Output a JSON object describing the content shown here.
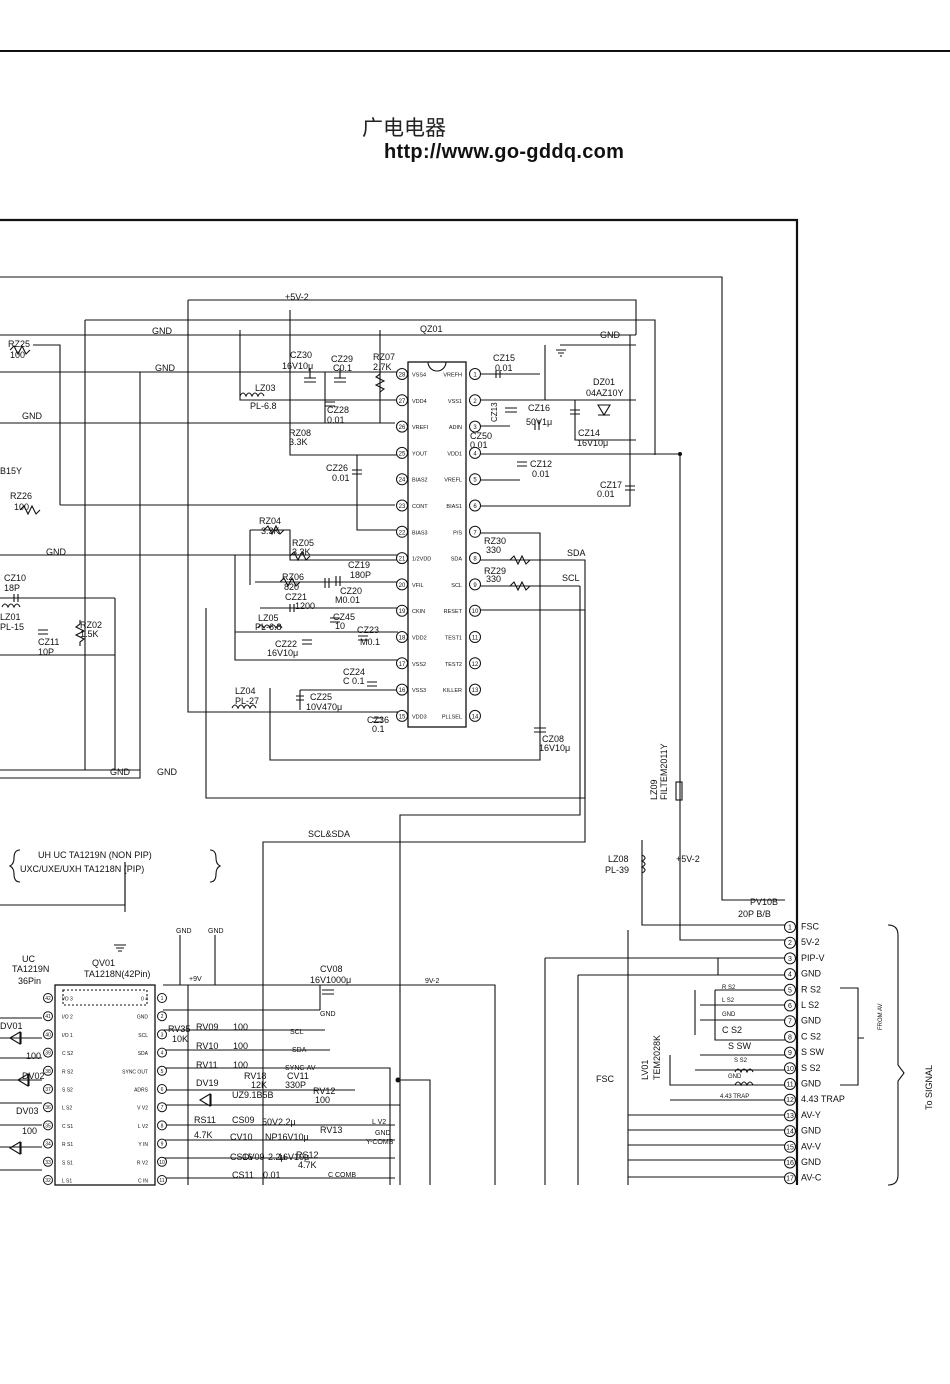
{
  "header": {
    "chinese_title": "广电电器",
    "url": "http://www.go-gddq.com"
  },
  "ic_qz01": {
    "ref": "QZ01",
    "left_pins": [
      {
        "num": "28",
        "name": "VSS4"
      },
      {
        "num": "27",
        "name": "VDD4"
      },
      {
        "num": "26",
        "name": "VREFI"
      },
      {
        "num": "25",
        "name": "YOUT"
      },
      {
        "num": "24",
        "name": "BIAS2"
      },
      {
        "num": "23",
        "name": "CONT"
      },
      {
        "num": "22",
        "name": "BIAS3"
      },
      {
        "num": "21",
        "name": "1/2VDD"
      },
      {
        "num": "20",
        "name": "VFIL"
      },
      {
        "num": "19",
        "name": "CKIN"
      },
      {
        "num": "18",
        "name": "VDD2"
      },
      {
        "num": "17",
        "name": "VSS2"
      },
      {
        "num": "16",
        "name": "VSS3"
      },
      {
        "num": "15",
        "name": "VDD3"
      }
    ],
    "right_pins": [
      {
        "num": "1",
        "name": "VREFH"
      },
      {
        "num": "2",
        "name": "VSS1"
      },
      {
        "num": "3",
        "name": "ADIN"
      },
      {
        "num": "4",
        "name": "VDD1"
      },
      {
        "num": "5",
        "name": "VREFL"
      },
      {
        "num": "6",
        "name": "BIAS1"
      },
      {
        "num": "7",
        "name": "P/S"
      },
      {
        "num": "8",
        "name": "SDA"
      },
      {
        "num": "9",
        "name": "SCL"
      },
      {
        "num": "10",
        "name": "RESET"
      },
      {
        "num": "11",
        "name": "TEST1"
      },
      {
        "num": "12",
        "name": "TEST2"
      },
      {
        "num": "13",
        "name": "KILLER"
      },
      {
        "num": "14",
        "name": "PLLSEL"
      }
    ]
  },
  "labels": {
    "v5_2_top": "+5V-2",
    "gnd": "GND",
    "qz01": "QZ01",
    "rz25": "RZ25",
    "rz25_val": "100",
    "b15y": "B15Y",
    "rz26": "RZ26",
    "rz26_val": "100",
    "cz10": "CZ10",
    "cz10_val": "18P",
    "lz01": "LZ01",
    "lz01_val": "PL-15",
    "cz11": "CZ11",
    "cz11_val": "10P",
    "rz02": "RZ02",
    "rz02_val": "1.5K",
    "cz30": "CZ30",
    "cz30_val": "16V10μ",
    "cz29": "CZ29",
    "cz29_val": "C0.1",
    "rz07": "RZ07",
    "rz07_val": "2.7K",
    "lz03": "LZ03",
    "lz03_val": "PL-6.8",
    "cz28": "CZ28",
    "cz28_val": "0.01",
    "rz08": "RZ08",
    "rz08_val": "3.3K",
    "cz26": "CZ26",
    "cz26_val": "0.01",
    "rz04": "RZ04",
    "rz04_val": "3.3K",
    "rz05": "RZ05",
    "rz05_val": "3.3K",
    "cz19": "CZ19",
    "cz19_val": "180P",
    "rz06": "RZ06",
    "rz06_val": "820",
    "cz20": "CZ20",
    "cz20_val": "M0.01",
    "cz21": "CZ21",
    "cz21_val": "1200",
    "cz45": "CZ45",
    "cz45_val": "10",
    "lz05": "LZ05",
    "lz05_val": "PL-6.8",
    "cz23": "CZ23",
    "cz23_val": "M0.1",
    "cz22": "CZ22",
    "cz22_val": "16V10μ",
    "cz24": "CZ24",
    "cz24_val": "C 0.1",
    "lz04": "LZ04",
    "lz04_val": "PL-27",
    "cz25": "CZ25",
    "cz25_val": "10V470μ",
    "cz36": "CZ36",
    "cz36_val": "0.1",
    "cz15": "CZ15",
    "cz15_val": "0.01",
    "dz01": "DZ01",
    "dz01_val": "04AZ10Y",
    "cz13": "CZ13",
    "cz16": "CZ16",
    "cz16_val": "50V1μ",
    "cz50": "CZ50",
    "cz50_val": "0.01",
    "cz14": "CZ14",
    "cz14_val": "16V10μ",
    "cz12": "CZ12",
    "cz12_val": "0.01",
    "cz17": "CZ17",
    "cz17_val": "0.01",
    "rz30": "RZ30",
    "rz30_val": "330",
    "rz29": "RZ29",
    "rz29_val": "330",
    "sda": "SDA",
    "scl": "SCL",
    "cz08": "CZ08",
    "cz08_val": "16V10μ",
    "lz09": "LZ09",
    "lz09_val": "FILTEM2011Y",
    "lz08": "LZ08",
    "lz08_val": "PL-39",
    "v5_2_right": "+5V-2",
    "scl_sda": "SCL&SDA",
    "note_line1": "UH UC   TA1219N (NON PIP)",
    "note_line2": "UXC/UXE/UXH  TA1218N (PIP)",
    "uc": "UC",
    "uc_ic": "TA1219N",
    "uc_pins": "36Pin",
    "qv01": "QV01",
    "qv01_ic": "TA1218N(42Pin)",
    "cv08": "CV08",
    "cv08_val": "16V1000μ",
    "v9": "+9V",
    "v9_2": "9V-2",
    "rv09": "RV09",
    "rv09_val": "100",
    "rv35": "RV35",
    "rv35_val": "10K",
    "rv10": "RV10",
    "rv10_val": "100",
    "rv11": "RV11",
    "rv11_val": "100",
    "dv19": "DV19",
    "rv18": "RV18",
    "rv18_val": "12K",
    "cv11": "CV11",
    "cv11_val": "330P",
    "uz9": "UZ9.1B5B",
    "rv12": "RV12",
    "rv12_val": "100",
    "rs11": "RS11",
    "rs11_val": "4.7K",
    "cs09": "CS09",
    "cs09_val": "50V2.2μ",
    "cv10": "CV10",
    "cv10_val": "NP16V10μ",
    "rv13": "RV13",
    "cv09": "CV09",
    "cv09_val": "16V10μ",
    "cs16": "CS16",
    "cs16_val": "2.2μ",
    "rs12": "RS12",
    "rs12_val": "4.7K",
    "cs11": "CS11",
    "cs11_val": "0.01",
    "dv01": "DV01",
    "dv02": "DV02",
    "dv03": "DV03",
    "r100": "100",
    "fsc": "FSC",
    "lv01": "LV01",
    "lv01_val": "TEM2028K",
    "pv10b": "PV10B",
    "pv10b_type": "20P B/B",
    "from_av": "FROM AV",
    "to_signal": "To SIGNAL",
    "sig_scl": "SCL",
    "sig_sda": "SDA",
    "sync_av": "SYNC-AV",
    "y_comb": "Y-COMB",
    "c_comb": "C COMB",
    "lv2": "L V2"
  },
  "qv01_left_pins": [
    {
      "num": "42",
      "name": "I/O 3"
    },
    {
      "num": "41",
      "name": "I/O 2"
    },
    {
      "num": "40",
      "name": "I/O 1"
    },
    {
      "num": "39",
      "name": "C S2"
    },
    {
      "num": "38",
      "name": "R S2"
    },
    {
      "num": "37",
      "name": "S S2"
    },
    {
      "num": "36",
      "name": "L S2"
    },
    {
      "num": "35",
      "name": "C S1"
    },
    {
      "num": "34",
      "name": "R S1"
    },
    {
      "num": "33",
      "name": "S S1"
    },
    {
      "num": "32",
      "name": "L S1"
    }
  ],
  "qv01_right_pins": [
    {
      "num": "1",
      "name": "0 4"
    },
    {
      "num": "2",
      "name": "GND"
    },
    {
      "num": "3",
      "name": "SCL"
    },
    {
      "num": "4",
      "name": "SDA"
    },
    {
      "num": "5",
      "name": "SYNC OUT"
    },
    {
      "num": "6",
      "name": "ADRS"
    },
    {
      "num": "7",
      "name": "V V2"
    },
    {
      "num": "8",
      "name": "L V2"
    },
    {
      "num": "9",
      "name": "Y IN"
    },
    {
      "num": "10",
      "name": "R V2"
    },
    {
      "num": "11",
      "name": "C IN"
    }
  ],
  "connector_pins": [
    {
      "num": "1",
      "name": "FSC"
    },
    {
      "num": "2",
      "name": "5V-2"
    },
    {
      "num": "3",
      "name": "PIP-V"
    },
    {
      "num": "4",
      "name": "GND"
    },
    {
      "num": "5",
      "name": "R S2"
    },
    {
      "num": "6",
      "name": "L S2"
    },
    {
      "num": "7",
      "name": "GND"
    },
    {
      "num": "8",
      "name": "C S2"
    },
    {
      "num": "9",
      "name": "S SW"
    },
    {
      "num": "10",
      "name": "S S2"
    },
    {
      "num": "11",
      "name": "GND"
    },
    {
      "num": "12",
      "name": "4.43 TRAP"
    },
    {
      "num": "13",
      "name": "AV-Y"
    },
    {
      "num": "14",
      "name": "GND"
    },
    {
      "num": "15",
      "name": "AV-V"
    },
    {
      "num": "16",
      "name": "GND"
    },
    {
      "num": "17",
      "name": "AV-C"
    }
  ],
  "connector_side_labels": [
    "R S2",
    "L S2",
    "GND",
    "C S2",
    "S SW",
    "S S2",
    "GND",
    "4.43 TRAP"
  ]
}
